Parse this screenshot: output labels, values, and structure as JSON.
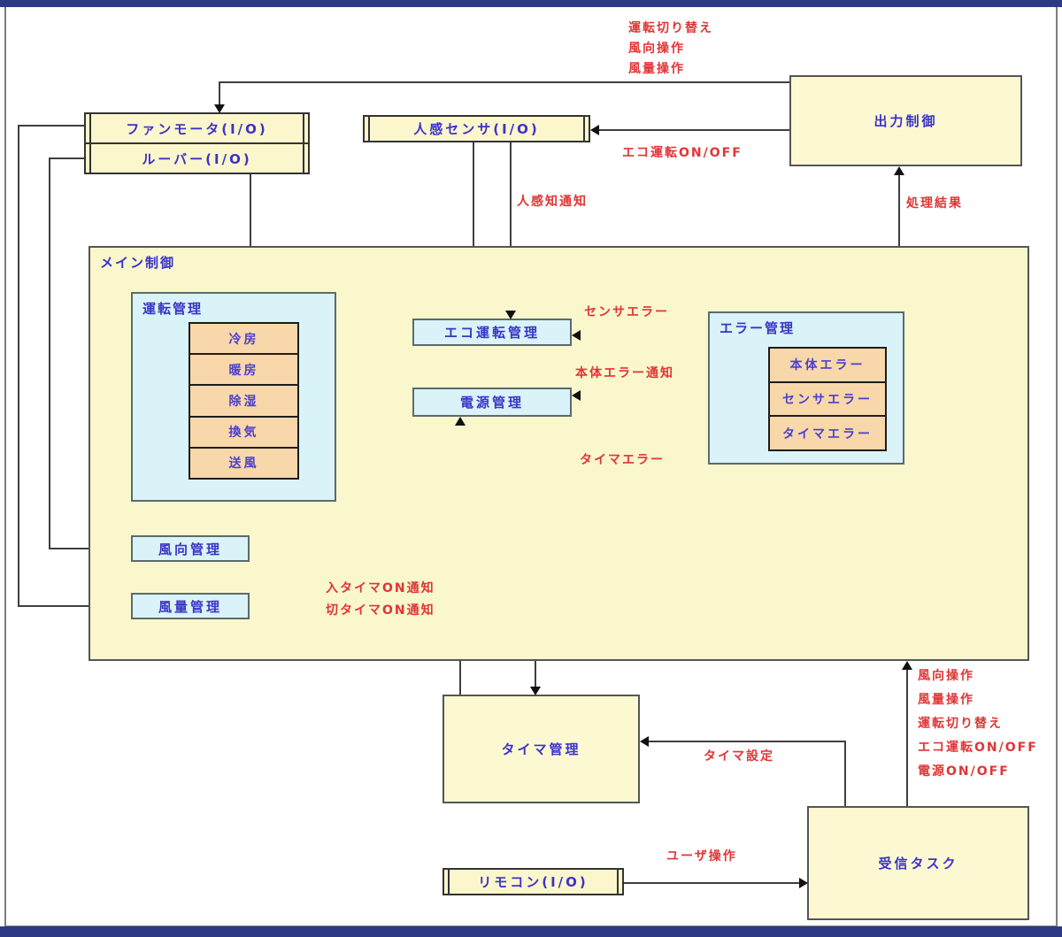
{
  "nodes": {
    "fan_motor": {
      "label": "ファンモータ(I/O)"
    },
    "louver": {
      "label": "ルーバー(I/O)"
    },
    "human_sensor": {
      "label": "人感センサ(I/O)"
    },
    "output_control": {
      "label": "出力制御"
    },
    "main_control": {
      "label": "メイン制御"
    },
    "operation_mgmt": {
      "label": "運転管理",
      "items": [
        "冷房",
        "暖房",
        "除湿",
        "換気",
        "送風"
      ]
    },
    "eco_mgmt": {
      "label": "エコ運転管理"
    },
    "power_mgmt": {
      "label": "電源管理"
    },
    "error_mgmt": {
      "label": "エラー管理",
      "items": [
        "本体エラー",
        "センサエラー",
        "タイマエラー"
      ]
    },
    "wind_dir_mgmt": {
      "label": "風向管理"
    },
    "wind_vol_mgmt": {
      "label": "風量管理"
    },
    "timer_mgmt": {
      "label": "タイマ管理"
    },
    "receive_task": {
      "label": "受信タスク"
    },
    "remote": {
      "label": "リモコン(I/O)"
    }
  },
  "edge_labels": {
    "top_outputs": [
      "運転切り替え",
      "風向操作",
      "風量操作"
    ],
    "eco_on_off": "エコ運転ON/OFF",
    "process_result": "処理結果",
    "human_detect": "人感知通知",
    "sensor_error": "センサエラー",
    "body_error": "本体エラー通知",
    "timer_error": "タイマエラー",
    "timer_on": [
      "入タイマON通知",
      "切タイマON通知"
    ],
    "timer_set": "タイマ設定",
    "user_op": "ユーザ操作",
    "receive_to_main": [
      "風向操作",
      "風量操作",
      "運転切り替え",
      "エコ運転ON/OFF",
      "電源ON/OFF"
    ]
  },
  "colors": {
    "accent_red": "#e03535",
    "label_blue": "#3a33c9",
    "box_yellow": "#fcf9d2",
    "box_blue": "#d9f3f9",
    "box_peach": "#f8d7aa",
    "frame_navy": "#2c3a85"
  }
}
